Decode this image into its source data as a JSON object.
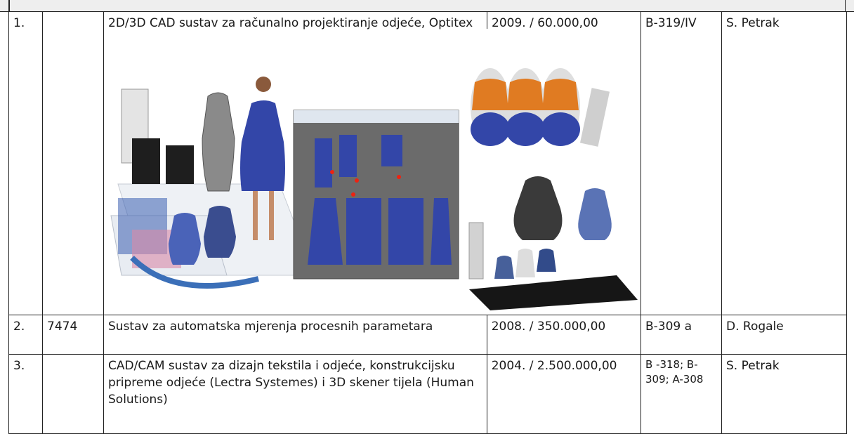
{
  "rows": [
    {
      "no": "1.",
      "inv": "",
      "desc": "2D/3D CAD sustav za računalno projektiranje odjeće, Optitex",
      "year_value": "2009. / 60.000,00",
      "room": "B-319/IV",
      "person": "S. Petrak"
    },
    {
      "no": "2.",
      "inv": "7474",
      "desc": "Sustav za automatska mjerenja procesnih parametara",
      "year_value": "2008. / 350.000,00",
      "room": "B-309 a",
      "person": "D. Rogale"
    },
    {
      "no": "3.",
      "inv": "",
      "desc": "CAD/CAM sustav za dizajn tekstila i odjeće, konstrukcijsku pripreme odjeće (Lectra Systemes) i 3D skener tijela (Human Solutions)",
      "year_value": "2004. / 2.500.000,00",
      "room": "B -318; B-309; A-308",
      "person": "S. Petrak"
    }
  ],
  "colors": {
    "border": "#222222",
    "header_bg": "#eeeeee",
    "garment_blue": "#3346a8",
    "screen_bg": "#6b6b6b"
  }
}
